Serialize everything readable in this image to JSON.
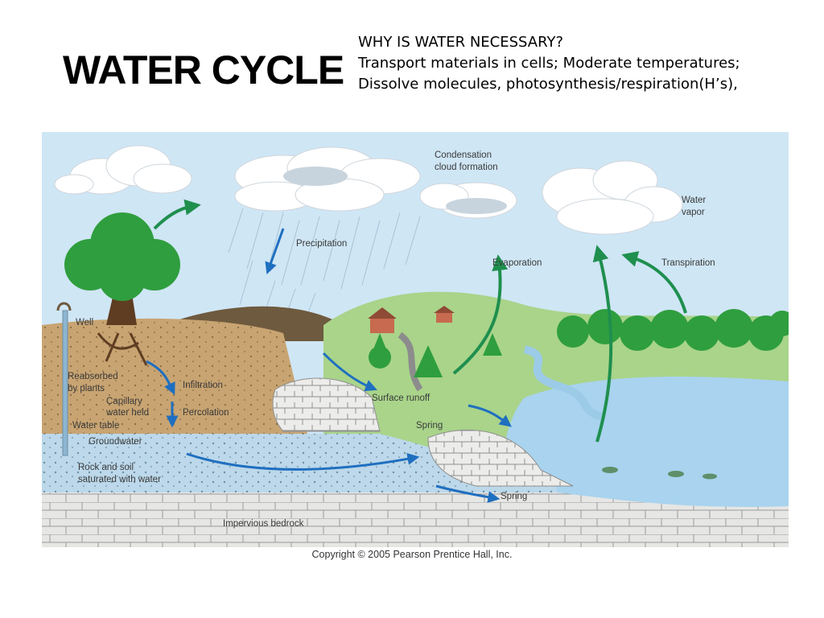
{
  "slide": {
    "title": "WATER CYCLE",
    "notes": [
      "WHY IS WATER NECESSARY?",
      "Transport materials in cells; Moderate temperatures;",
      "Dissolve molecules, photosynthesis/respiration(H’s),"
    ]
  },
  "diagram": {
    "labels": {
      "condensation": "Condensation",
      "cloud_formation": "cloud formation",
      "water": "Water",
      "vapor": "vapor",
      "precipitation": "Precipitation",
      "evaporation": "Evaporation",
      "transpiration": "Transpiration",
      "well": "Well",
      "reabsorbed": "Reabsorbed",
      "by_plants": "by plants",
      "infiltration": "Infiltration",
      "capillary": "Capillary",
      "water_held": "water held",
      "percolation": "Percolation",
      "water_table": "Water table",
      "surface_runoff": "Surface runoff",
      "spring_upper": "Spring",
      "groundwater": "Groundwater",
      "rock_soil": "Rock and soil",
      "saturated": "saturated with water",
      "spring_lower": "Spring",
      "bedrock": "Impervious bedrock"
    },
    "colors": {
      "sky": "#cfe6f5",
      "arrow_green": "#1f8f4e",
      "arrow_blue": "#1f6fc0",
      "tree_green": "#2f9e3e",
      "soil": "#c8a472",
      "groundwater": "#bcd8ea",
      "bedrock": "#e4e4e2",
      "lake": "#a9d3ee"
    },
    "copyright": "Copyright © 2005 Pearson Prentice Hall, Inc."
  }
}
